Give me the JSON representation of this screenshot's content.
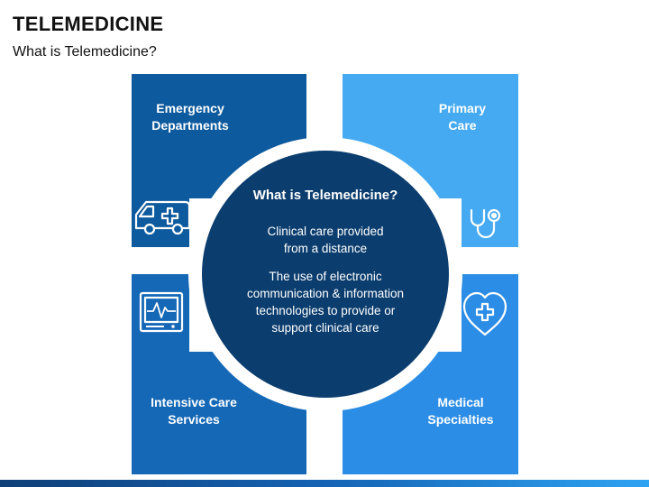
{
  "header": {
    "title": "TELEMEDICINE",
    "subtitle": "What is Telemedicine?"
  },
  "quadrants": [
    {
      "lines": [
        "Emergency",
        "Departments"
      ],
      "color": "#0d5a9e",
      "icon": "ambulance-icon"
    },
    {
      "lines": [
        "Primary",
        "Care"
      ],
      "color": "#45aaf2",
      "icon": "stethoscope-icon"
    },
    {
      "lines": [
        "Intensive Care",
        "Services"
      ],
      "color": "#1468b6",
      "icon": "heart-monitor-icon"
    },
    {
      "lines": [
        "Medical",
        "Specialties"
      ],
      "color": "#2b8de6",
      "icon": "heart-cross-icon"
    }
  ],
  "center": {
    "heading": "What is Telemedicine?",
    "para1": [
      "Clinical care provided",
      "from a distance"
    ],
    "para2": [
      "The use of electronic",
      "communication & information",
      "technologies to provide or",
      "support clinical care"
    ],
    "color": "#0b3d6e"
  }
}
